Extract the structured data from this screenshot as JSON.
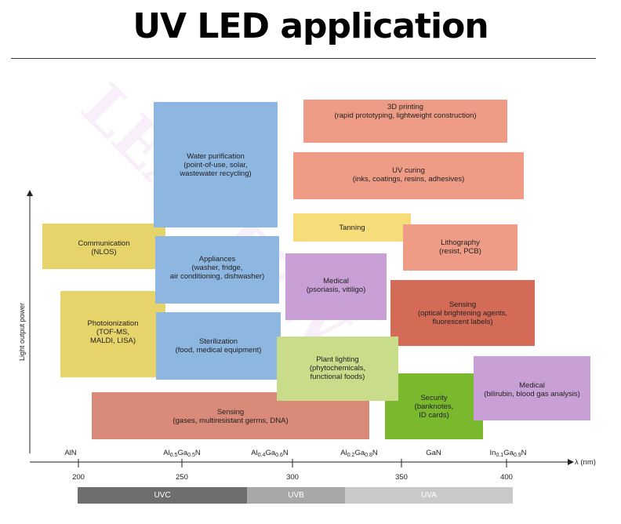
{
  "title": "UV LED application",
  "y_axis_label": "Light output power",
  "x_unit": "λ (nm)",
  "ticks": [
    "200",
    "250",
    "300",
    "350",
    "400"
  ],
  "materials": [
    "AlN",
    "Al0.5Ga0.5N",
    "Al0.4Ga0.6N",
    "Al0.2Ga0.8N",
    "GaN",
    "In0.1Ga0.9N"
  ],
  "bands": [
    {
      "label": "UVC",
      "color": "#6e6e6e"
    },
    {
      "label": "UVB",
      "color": "#a8a8a8"
    },
    {
      "label": "UVA",
      "color": "#c9c9c9"
    }
  ],
  "watermark": "LEAPTEW",
  "apps": {
    "printing": {
      "title": "3D printing",
      "sub": "(rapid prototyping, lightweight construction)",
      "color": "#ee9c86"
    },
    "uv_curing": {
      "title": "UV curing",
      "sub": "(inks, coatings, resins, adhesives)",
      "color": "#ee9c86"
    },
    "water": {
      "title": "Water purification",
      "sub": "(point-of-use, solar,\nwastewater recycling)",
      "color": "#8db6e0"
    },
    "tanning": {
      "title": "Tanning",
      "sub": "",
      "color": "#f7dc7a"
    },
    "lithography": {
      "title": "Lithography",
      "sub": "(resist, PCB)",
      "color": "#ee9c86"
    },
    "communication": {
      "title": "Communication",
      "sub": "(NLOS)",
      "color": "#e6d46a"
    },
    "appliances": {
      "title": "Appliances",
      "sub": "(washer, fridge,\nair conditioning, dishwasher)",
      "color": "#8db6e0"
    },
    "medical1": {
      "title": "Medical",
      "sub": "(psoriasis, vitiligo)",
      "color": "#c9a0d6"
    },
    "sensing1": {
      "title": "Sensing",
      "sub": "(optical brightening agents,\nfluorescent labels)",
      "color": "#d36b57"
    },
    "photo": {
      "title": "Photoionization",
      "sub": "(TOF-MS,\nMALDI, LISA)",
      "color": "#e6d46a"
    },
    "sterilization": {
      "title": "Sterilization",
      "sub": "(food, medical equipment)",
      "color": "#8db6e0"
    },
    "plant": {
      "title": "Plant lighting",
      "sub": "(phytochemicals,\nfunctional foods)",
      "color": "#c9dc8a"
    },
    "medical2": {
      "title": "Medical",
      "sub": "(bilirubin, blood gas analysis)",
      "color": "#c9a0d6"
    },
    "security": {
      "title": "Security",
      "sub": "(banknotes,\nID cards)",
      "color": "#7ab82e"
    },
    "sensing2": {
      "title": "Sensing",
      "sub": "(gases, multiresistant germs, DNA)",
      "color": "#d98a78"
    }
  }
}
